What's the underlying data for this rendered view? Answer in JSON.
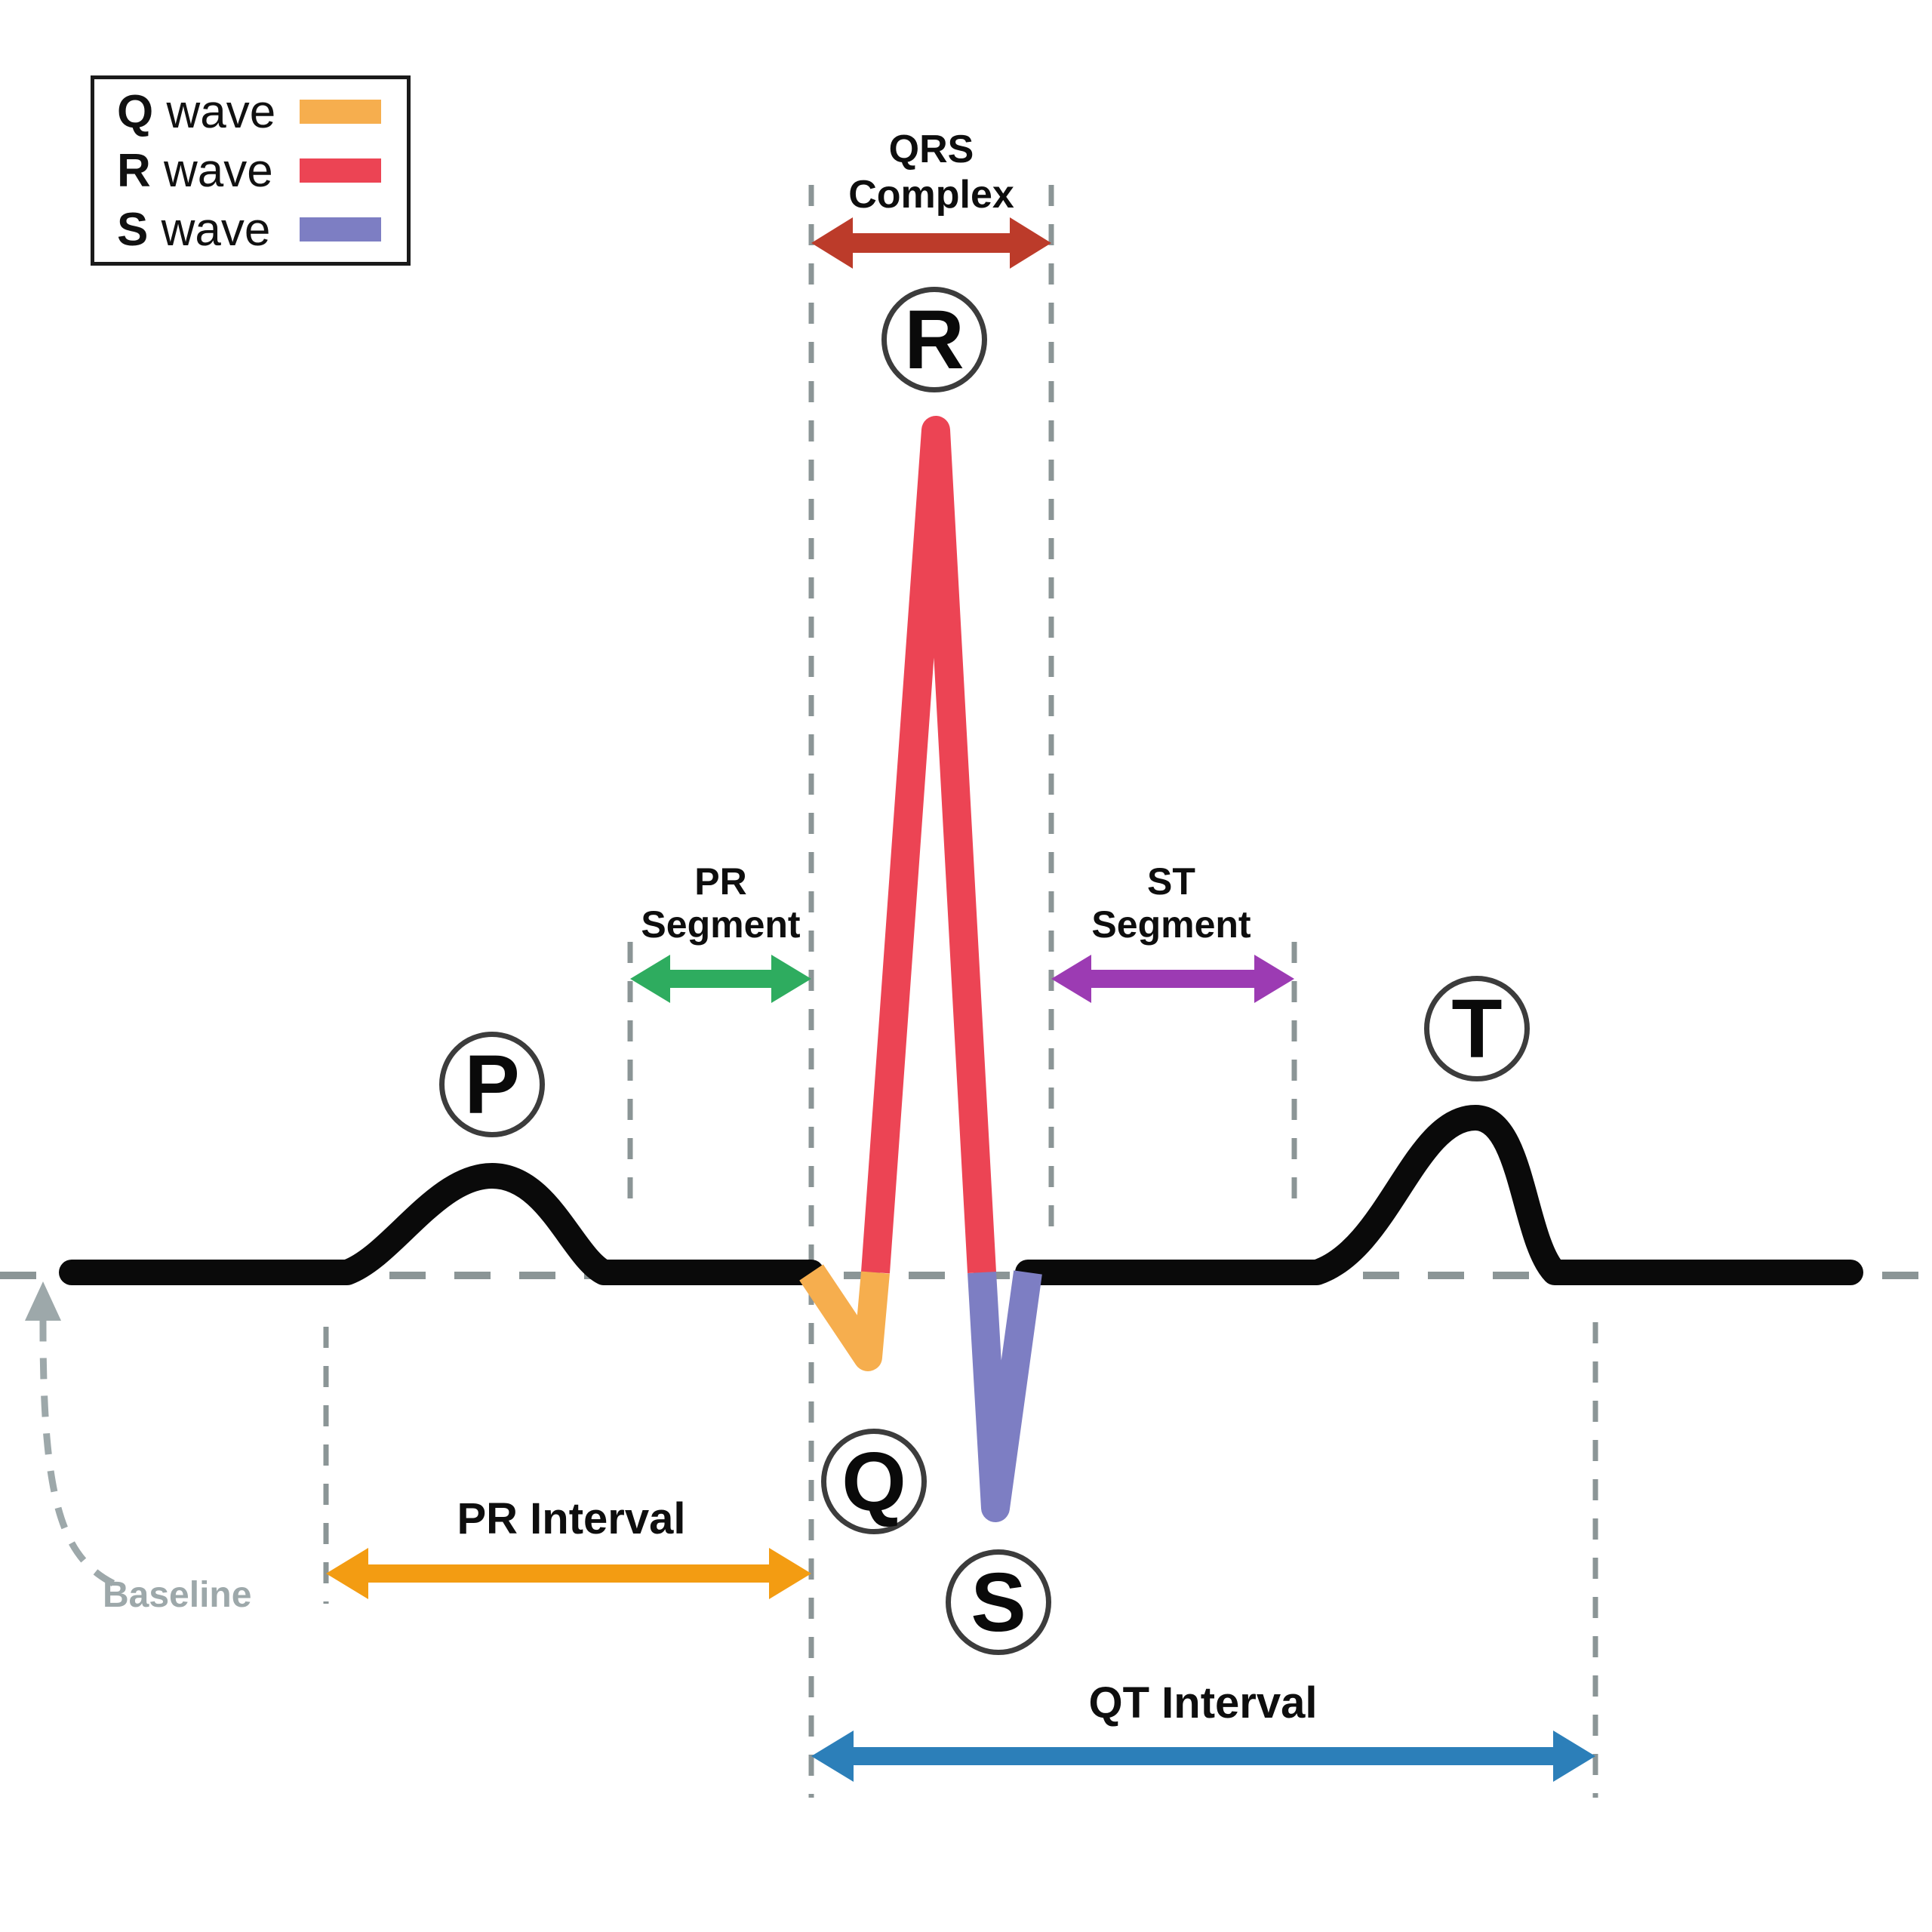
{
  "colors": {
    "q_wave": "#F6AE4E",
    "r_wave": "#EC4454",
    "s_wave": "#7D7EC3",
    "waveform": "#0a0a0a",
    "qrs_arrow": "#BC3B2A",
    "pr_segment_arrow": "#2EAC5F",
    "st_segment_arrow": "#9C3BB3",
    "pr_interval_arrow": "#F39C12",
    "qt_interval_arrow": "#2C7FB9",
    "guide_dash": "#8B9596",
    "baseline_annotation": "#9DA8AA",
    "circle_stroke": "#3C3C3C"
  },
  "legend": {
    "items": [
      {
        "bold": "Q",
        "rest": " wave",
        "color": "#F6AE4E"
      },
      {
        "bold": "R",
        "rest": " wave",
        "color": "#EC4454"
      },
      {
        "bold": "S",
        "rest": " wave",
        "color": "#7D7EC3"
      }
    ]
  },
  "labels": {
    "qrs_complex_line1": "QRS",
    "qrs_complex_line2": "Complex",
    "pr_segment_line1": "PR",
    "pr_segment_line2": "Segment",
    "st_segment_line1": "ST",
    "st_segment_line2": "Segment",
    "pr_interval": "PR Interval",
    "qt_interval": "QT Interval",
    "baseline": "Baseline"
  },
  "wave_markers": {
    "p": "P",
    "q": "Q",
    "r": "R",
    "s": "S",
    "t": "T"
  }
}
